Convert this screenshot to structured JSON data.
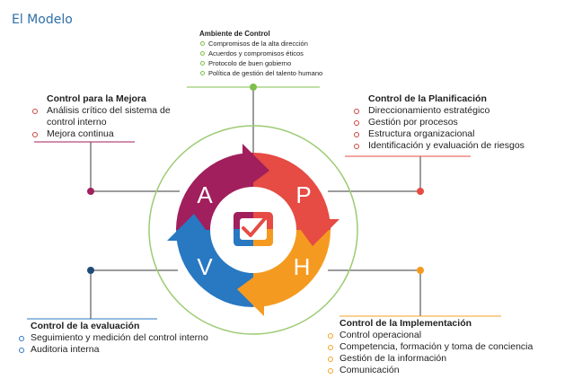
{
  "title": "El Modelo",
  "cycle_letters": {
    "a": "A",
    "p": "P",
    "v": "V",
    "h": "H"
  },
  "colors": {
    "green": "#7fbf4d",
    "red": "#e64b44",
    "magenta": "#a11f5c",
    "blue": "#2878c2",
    "orange": "#f59a20",
    "navy": "#1f4a78",
    "title_blue": "#2e6fa8"
  },
  "boxes": {
    "ambiente": {
      "title": "Ambiente de Control",
      "items": [
        "Compromisos de la alta dirección",
        "Acuerdos y compromisos éticos",
        "Protocolo de buen gobierno",
        "Política de gestión del talento humano"
      ]
    },
    "mejora": {
      "title": "Control para la Mejora",
      "items": [
        "Análisis crítico del sistema de",
        "control interno",
        "Mejora continua"
      ]
    },
    "planificacion": {
      "title": "Control de la Planificación",
      "items": [
        "Direccionamiento estratégico",
        "Gestión por procesos",
        "Estructura organizacional",
        "Identificación y evaluación de riesgos"
      ]
    },
    "evaluacion": {
      "title": "Control de la evaluación",
      "items": [
        "Seguimiento y medición del control interno",
        "Auditoria interna"
      ]
    },
    "implementacion": {
      "title": "Control de la Implementación",
      "items": [
        "Control operacional",
        "Competencia, formación y toma de conciencia",
        "Gestión de la información",
        "Comunicación"
      ]
    }
  }
}
